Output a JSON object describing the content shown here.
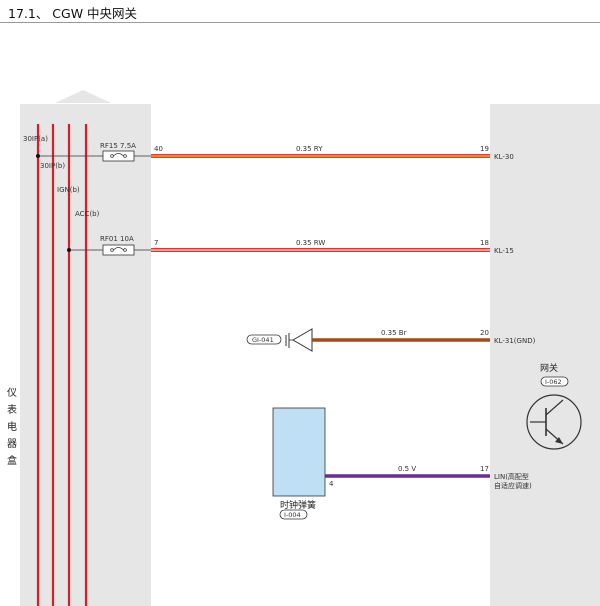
{
  "header": {
    "title": "17.1、 CGW 中央网关"
  },
  "panel": {
    "label_chars": [
      "仪",
      "表",
      "电",
      "器",
      "盒"
    ]
  },
  "power_lines": [
    {
      "label": "30IP(a)"
    },
    {
      "label": "30IP(b)"
    },
    {
      "label": "IGN(b)"
    },
    {
      "label": "ACC(b)"
    }
  ],
  "fuses": [
    {
      "name": "RF15",
      "rating": "7.5A",
      "pin": "40"
    },
    {
      "name": "RF01",
      "rating": "10A",
      "pin": "7"
    }
  ],
  "wires": [
    {
      "spec": "0.35 RY",
      "left_pin": "40",
      "right_pin": "19",
      "signal": "KL-30",
      "colors": [
        "#e9a23b",
        "#e8402f"
      ]
    },
    {
      "spec": "0.35 RW",
      "left_pin": "7",
      "right_pin": "18",
      "signal": "KL-15",
      "colors": [
        "#e2342c",
        "#f3c3c0"
      ]
    },
    {
      "spec": "0.35 Br",
      "left_pin": "",
      "right_pin": "20",
      "signal": "KL-31(GND)",
      "colors": [
        "#a24a1f",
        "#a24a1f"
      ]
    },
    {
      "spec": "0.5 V",
      "left_pin": "4",
      "right_pin": "17",
      "signal": "LIN(高配型",
      "signal2": "自适应调速)",
      "colors": [
        "#6a2c91",
        "#6a2c91"
      ]
    }
  ],
  "ground": {
    "label": "GI-041"
  },
  "gateway": {
    "title": "网关",
    "connector": "I-062"
  },
  "clock_spring": {
    "title": "时钟弹簧",
    "connector": "I-004",
    "pin": "4"
  }
}
